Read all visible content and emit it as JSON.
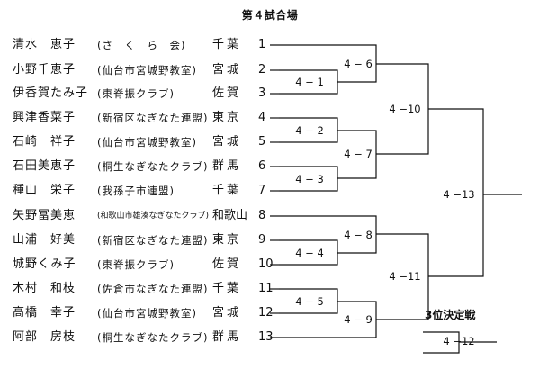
{
  "title": "第４試合場",
  "entries": [
    {
      "name": "清水　恵子",
      "club": "(さ　く　ら　会)",
      "pref": "千葉",
      "seed": "1"
    },
    {
      "name": "小野千恵子",
      "club": "(仙台市宮城野教室)",
      "pref": "宮城",
      "seed": "2"
    },
    {
      "name": "伊香賀たみ子",
      "club": "(東脊振クラブ)",
      "pref": "佐賀",
      "seed": "3"
    },
    {
      "name": "興津香菜子",
      "club": "(新宿区なぎなた連盟)",
      "pref": "東京",
      "seed": "4"
    },
    {
      "name": "石崎　祥子",
      "club": "(仙台市宮城野教室)",
      "pref": "宮城",
      "seed": "5"
    },
    {
      "name": "石田美恵子",
      "club": "(桐生なぎなたクラブ)",
      "pref": "群馬",
      "seed": "6"
    },
    {
      "name": "種山　栄子",
      "club": "(我孫子市連盟)",
      "pref": "千葉",
      "seed": "7"
    },
    {
      "name": "矢野冨美恵",
      "club": "(和歌山市雄湊なぎなたクラブ)",
      "pref": "和歌山",
      "seed": "8"
    },
    {
      "name": "山浦　好美",
      "club": "(新宿区なぎなた連盟)",
      "pref": "東京",
      "seed": "9"
    },
    {
      "name": "城野くみ子",
      "club": "(東脊振クラブ)",
      "pref": "佐賀",
      "seed": "10"
    },
    {
      "name": "木村　和枝",
      "club": "(佐倉市なぎなた連盟)",
      "pref": "千葉",
      "seed": "11"
    },
    {
      "name": "高橋　幸子",
      "club": "(仙台市宮城野教室)",
      "pref": "宮城",
      "seed": "12"
    },
    {
      "name": "阿部　房枝",
      "club": "(桐生なぎなたクラブ)",
      "pref": "群馬",
      "seed": "13"
    }
  ],
  "matches": {
    "m1": "4 − 1",
    "m2": "4 − 2",
    "m3": "4 − 3",
    "m4": "4 − 4",
    "m5": "4 − 5",
    "m6": "4 − 6",
    "m7": "4 − 7",
    "m8": "4 − 8",
    "m9": "4 − 9",
    "m10": "4 −10",
    "m11": "4 −11",
    "m12": "4 −12",
    "m13": "4 −13"
  },
  "third_place_title": "3位決定戦"
}
